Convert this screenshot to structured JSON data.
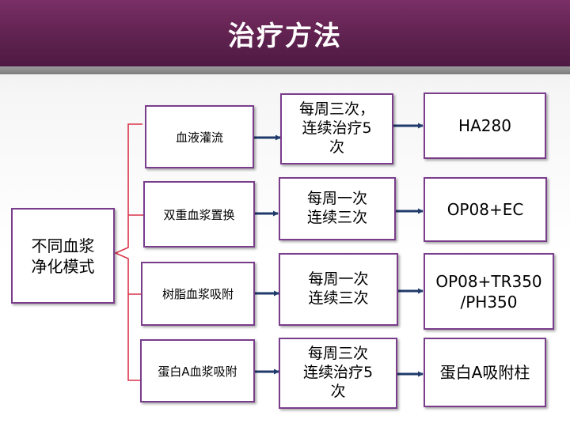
{
  "title": "治疗方法",
  "root": "不同血浆\n净化模式",
  "rows": [
    {
      "method": "血液灌流",
      "frequency": "每周三次，\n连续治疗5\n次",
      "device": "HA280"
    },
    {
      "method": "双重血浆置换",
      "frequency": "每周一次\n连续三次",
      "device": "OP08+EC"
    },
    {
      "method": "树脂血浆吸附",
      "frequency": "每周一次\n连续三次",
      "device": "OP08+TR350\n/PH350"
    },
    {
      "method": "蛋白A血浆吸附",
      "frequency": "每周三次\n连续治疗5\n次",
      "device": "蛋白A吸附柱"
    }
  ],
  "colors": {
    "title_bar": "#642453",
    "box_border": "#7a3d8c",
    "bracket": "#d9344a",
    "arrow": "#1f3a6b"
  }
}
